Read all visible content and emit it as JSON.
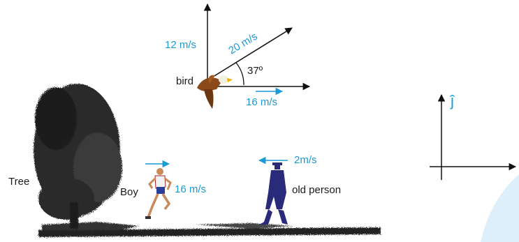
{
  "labels": {
    "vertical_speed": "12 m/s",
    "resultant_speed": "20 m/s",
    "angle": "37º",
    "bird": "bird",
    "bird_horizontal_speed": "16 m/s",
    "tree": "Tree",
    "boy": "Boy",
    "boy_speed": "16 m/s",
    "old_person_speed": "2m/s",
    "old_person": "old person",
    "unit_vector": "ĵ"
  },
  "colors": {
    "accent_blue": "#1a9ad6",
    "ink": "#111111",
    "text": "#1a1a1a",
    "old_person": "#2a2a7a",
    "bird_brown": "#8a4a1a",
    "watermark": "#dceffa"
  },
  "icons": {
    "bird": "eagle-figure",
    "boy": "running-boy-figure",
    "old_person": "walking-old-person-figure",
    "tree": "tree-figure"
  }
}
